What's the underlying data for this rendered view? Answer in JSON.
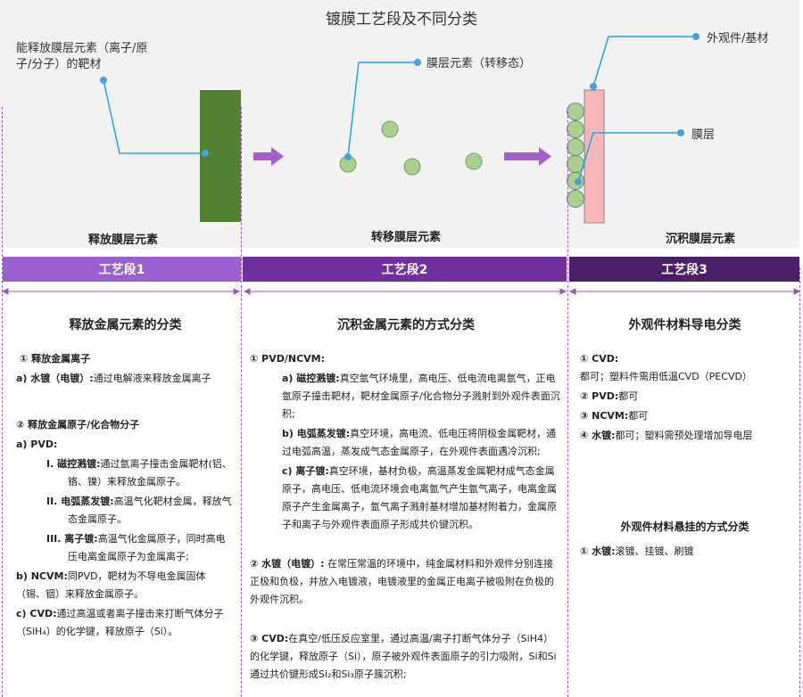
{
  "title": "镀膜工艺段及不同分类",
  "diagram": {
    "target_label_1": "能释放膜层元素（离子/原",
    "target_label_2": "子/分子）的靶材",
    "element_label": "膜层元素（转移态）",
    "substrate_label": "外观件/基材",
    "film_label": "膜层",
    "stage1_caption": "释放膜层元素",
    "stage2_caption": "转移膜层元素",
    "stage3_caption": "沉积膜层元素"
  },
  "colors": {
    "stage1": "#9b5fcf",
    "stage2": "#7030a0",
    "stage3": "#4a1f68",
    "target": "#548235",
    "particle": "#a9d18e",
    "substrate": "#f4b6b6",
    "leader": "#1fa6e0"
  },
  "stages": [
    {
      "label": "工艺段1"
    },
    {
      "label": "工艺段2"
    },
    {
      "label": "工艺段3"
    }
  ],
  "col1": {
    "heading": "释放金属元素的分类",
    "s1_title": "① 释放金属离子",
    "s1_a_term": "a) 水镀（电镀）:",
    "s1_a_text": "通过电解液来释放金属离子",
    "s2_title": "② 释放金属原子/化合物分子",
    "pvd": "a) PVD:",
    "i_term": "I.  磁控溅镀:",
    "i_text": "通过氩离子撞击金属靶材(铝、铬、镍）来释放金属原子。",
    "ii_term": "II.  电弧蒸发镀:",
    "ii_text": "高温气化靶材金属，释放气态金属原子。",
    "iii_term": "III.  离子镀:",
    "iii_text": "高温气化金属原子，同时高电压电离金属原子为金属离子;",
    "b_term": "b) NCVM:",
    "b_text": "同PVD，靶材为不导电金属固体（锡、铟）来释放金属原子。",
    "c_term": "c) CVD:",
    "c_text": "通过高温或者离子撞击来打断气体分子（SiH₄）的化学键，释放原子（Si）。"
  },
  "col2": {
    "heading": "沉积金属元素的方式分类",
    "s1_title": "① PVD/NCVM:",
    "a_term": "a) 磁控溅镀:",
    "a_text": "真空氩气环境里，高电压、低电流电离氩气，正电氩原子撞击靶材，靶材金属原子/化合物分子溅射到外观件表面沉积;",
    "b_term": "b) 电弧蒸发镀:",
    "b_text": "真空环境，高电流、低电压将阴极金属靶材，通过电弧高温，蒸发成气态金属原子，在外观件表面遇冷沉积;",
    "c_term": "c) 离子镀:",
    "c_text": "真空环境，基材负极，高温蒸发金属靶材成气态金属原子，高电压、低电流环境会电离氩气产生氩气离子，电离金属原子产生金属离子，氩气离子溅射基材增加基材附着力，金属原子和离子与外观件表面原子形成共价键沉积。",
    "s2_term": "② 水镀（电镀）:",
    "s2_text": "在常压常温的环境中，纯金属材料和外观件分别连接正极和负极，并放入电镀液，电镀液里的金属正电离子被吸附在负极的外观件沉积。",
    "s3_term": "③ CVD:",
    "s3_text": "在真空/低压反应室里，通过高温/离子打断气体分子（SiH4）的化学键，释放原子（Si），原子被外观件表面原子的引力吸附，Si和Si通过共价键形成Si₂和Si₃原子簇沉积;"
  },
  "col3": {
    "heading": "外观件材料导电分类",
    "i1_term": "① CVD:",
    "i1_text": "都可；塑料件需用低温CVD（PECVD）",
    "i2_term": "② PVD:",
    "i2_text": "都可",
    "i3_term": "③ NCVM:",
    "i3_text": "都可",
    "i4_term": "④ 水镀:",
    "i4_text": "都可；塑料需预处理增加导电层",
    "heading2": "外观件材料悬挂的方式分类",
    "h1_term": "① 水镀:",
    "h1_text": "滚镀、挂镀、刷镀"
  }
}
